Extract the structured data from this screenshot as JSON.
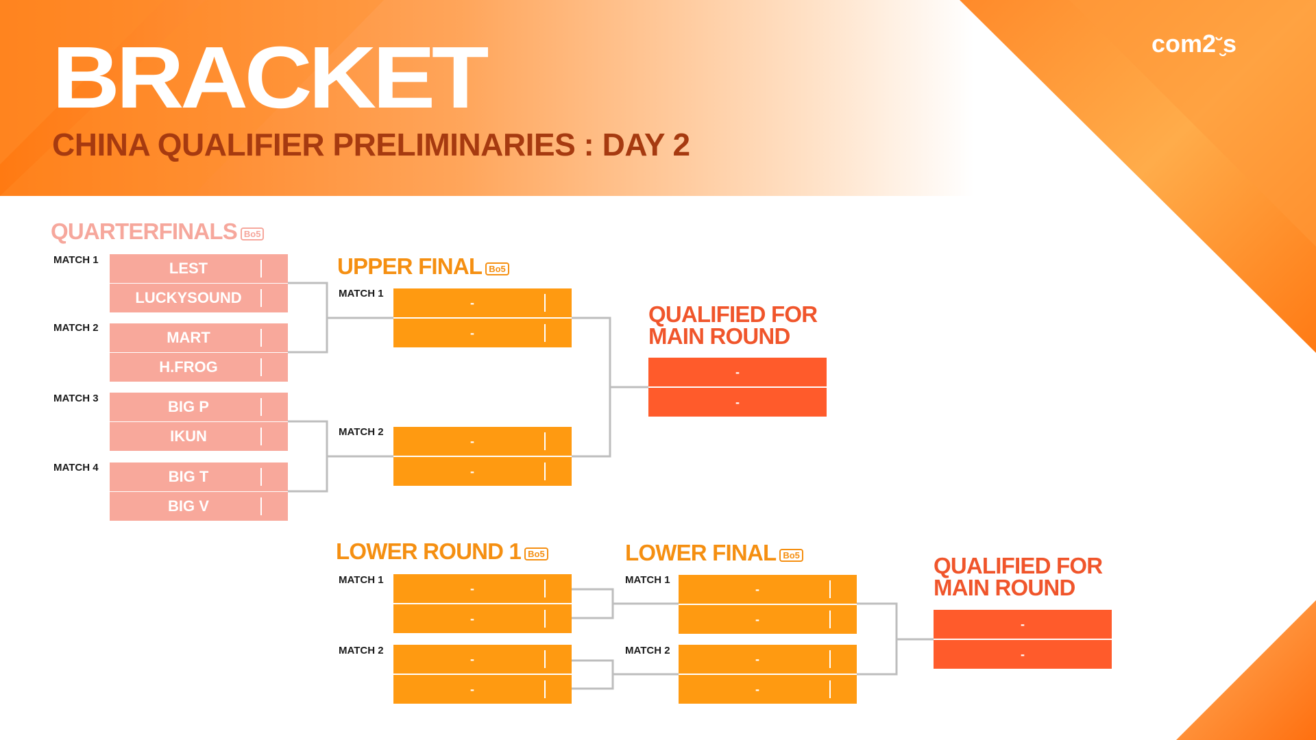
{
  "header": {
    "title": "BRACKET",
    "subtitle": "CHINA QUALIFIER PRELIMINARIES : DAY 2",
    "logo_text": "com2",
    "logo_smile": "˘̮",
    "logo_end": "s"
  },
  "colors": {
    "quarterfinal_slot": "#f8a89b",
    "bracket_slot": "#ff9a11",
    "qualified_slot": "#ff5b2b",
    "subtitle": "#a63a10",
    "connector": "#bdbdbd"
  },
  "quarterfinals": {
    "title": "QUARTERFINALS",
    "format": "Bo5",
    "matches": [
      {
        "label": "MATCH 1",
        "teams": [
          "LEST",
          "LUCKYSOUND"
        ]
      },
      {
        "label": "MATCH 2",
        "teams": [
          "MART",
          "H.FROG"
        ]
      },
      {
        "label": "MATCH 3",
        "teams": [
          "BIG P",
          "IKUN"
        ]
      },
      {
        "label": "MATCH 4",
        "teams": [
          "BIG T",
          "BIG V"
        ]
      }
    ]
  },
  "upper_final": {
    "title": "UPPER FINAL",
    "format": "Bo5",
    "matches": [
      {
        "label": "MATCH 1",
        "teams": [
          "-",
          "-"
        ]
      },
      {
        "label": "MATCH 2",
        "teams": [
          "-",
          "-"
        ]
      }
    ]
  },
  "qualified_upper": {
    "title_line1": "QUALIFIED FOR",
    "title_line2": "MAIN ROUND",
    "teams": [
      "-",
      "-"
    ]
  },
  "lower_round1": {
    "title": "LOWER ROUND 1",
    "format": "Bo5",
    "matches": [
      {
        "label": "MATCH 1",
        "teams": [
          "-",
          "-"
        ]
      },
      {
        "label": "MATCH 2",
        "teams": [
          "-",
          "-"
        ]
      }
    ]
  },
  "lower_final": {
    "title": "LOWER FINAL",
    "format": "Bo5",
    "matches": [
      {
        "label": "MATCH 1",
        "teams": [
          "-",
          "-"
        ]
      },
      {
        "label": "MATCH 2",
        "teams": [
          "-",
          "-"
        ]
      }
    ]
  },
  "qualified_lower": {
    "title_line1": "QUALIFIED FOR",
    "title_line2": "MAIN ROUND",
    "teams": [
      "-",
      "-"
    ]
  }
}
